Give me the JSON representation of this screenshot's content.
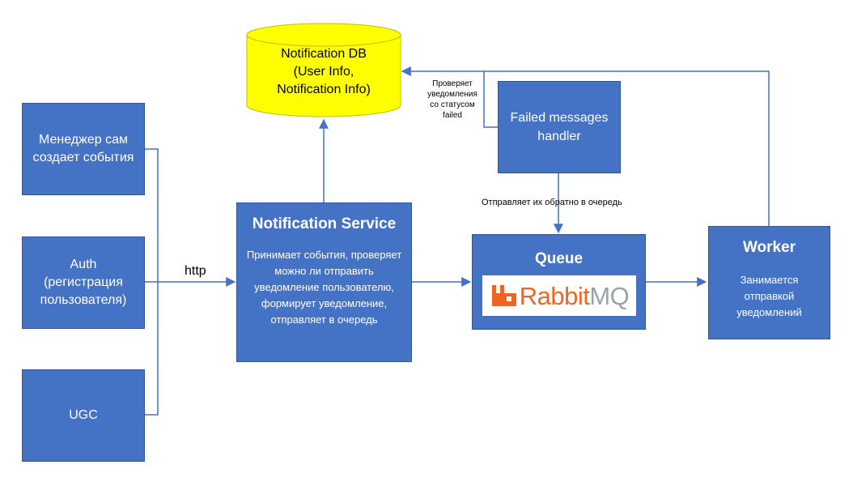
{
  "sources": {
    "manager": "Менеджер сам создает события",
    "auth": "Auth\n(регистрация пользователя)",
    "ugc": "UGC"
  },
  "notification_service": {
    "title": "Notification Service",
    "description": "Принимает события, проверяет можно ли отправить уведомление пользователю, формирует уведомление, отправляет в очередь"
  },
  "notification_db": "Notification DB\n(User Info,\nNotification Info)",
  "failed_handler": "Failed messages\nhandler",
  "queue": {
    "title": "Queue",
    "logo_rabbit": "Rabbit",
    "logo_mq": "MQ"
  },
  "worker": {
    "title": "Worker",
    "description": "Занимается отправкой уведомлений"
  },
  "labels": {
    "http": "http",
    "checks_failed": "Проверяет\nуведомления\nсо статусом\nfailed",
    "send_back": "Отправляет их обратно в очередь"
  },
  "colors": {
    "box_fill": "#4472c4",
    "box_border": "#2f5597",
    "db_fill": "#ffff00",
    "connector": "#4472c4",
    "rabbit_orange": "#f06424",
    "mq_grey": "#9aa3a5"
  }
}
